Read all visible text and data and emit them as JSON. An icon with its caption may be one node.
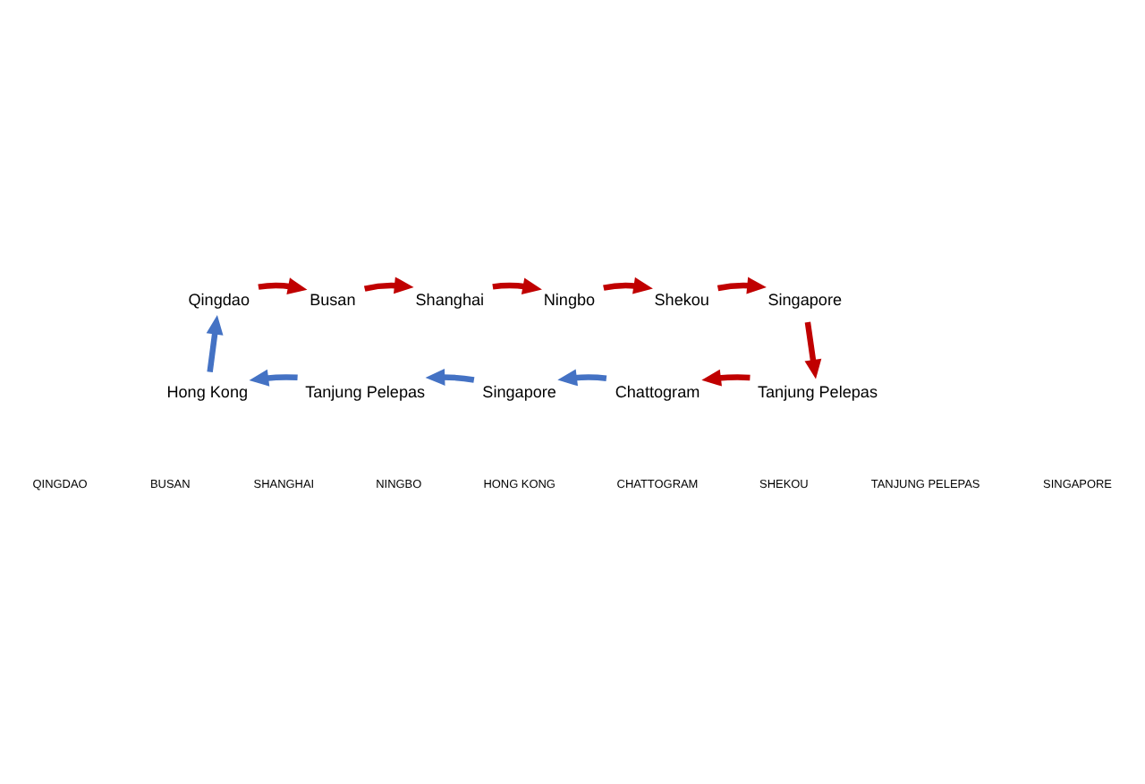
{
  "diagram": {
    "nodes": [
      {
        "text": [
          "Qingdao"
        ]
      },
      {
        "text": [
          "Busan"
        ]
      },
      {
        "text": [
          "Shanghai"
        ]
      },
      {
        "text": [
          "Ningbo"
        ]
      },
      {
        "text": [
          "Shekou"
        ]
      },
      {
        "text": [
          "Singapore"
        ]
      },
      {
        "text": [
          "Tanjung Pelepas"
        ]
      },
      {
        "text": [
          "Chattogram"
        ]
      },
      {
        "text": [
          "Singapore"
        ]
      },
      {
        "text": [
          "Tanjung Pelepas"
        ]
      },
      {
        "text": [
          "Hong Kong"
        ]
      }
    ],
    "edges": [
      {
        "from": 0,
        "to": 1,
        "arrow": "to"
      },
      {
        "from": 1,
        "to": 2,
        "arrow": "to"
      },
      {
        "from": 2,
        "to": 3,
        "arrow": "to"
      },
      {
        "from": 3,
        "to": 4,
        "arrow": "to"
      },
      {
        "from": 4,
        "to": 5,
        "arrow": "to"
      },
      {
        "from": 5,
        "to": 6,
        "arrow": "to"
      },
      {
        "from": 6,
        "to": 7,
        "arrow": "to"
      },
      {
        "from": 7,
        "to": 8,
        "arrow": "to",
        "color": "#4472c4"
      },
      {
        "from": 8,
        "to": 9,
        "arrow": "to",
        "color": "#4472c4"
      },
      {
        "from": 9,
        "to": 10,
        "arrow": "to",
        "color": "#4472c4"
      },
      {
        "from": 10,
        "to": 0,
        "arrow": "to",
        "color": "#4472c4"
      }
    ],
    "labels": [
      "QINGDAO",
      "BUSAN",
      "SHANGHAI",
      "NINGBO",
      "HONG KONG",
      "CHATTOGRAM",
      "SHEKOU",
      "TANJUNG PELEPAS",
      "SINGAPORE"
    ]
  }
}
